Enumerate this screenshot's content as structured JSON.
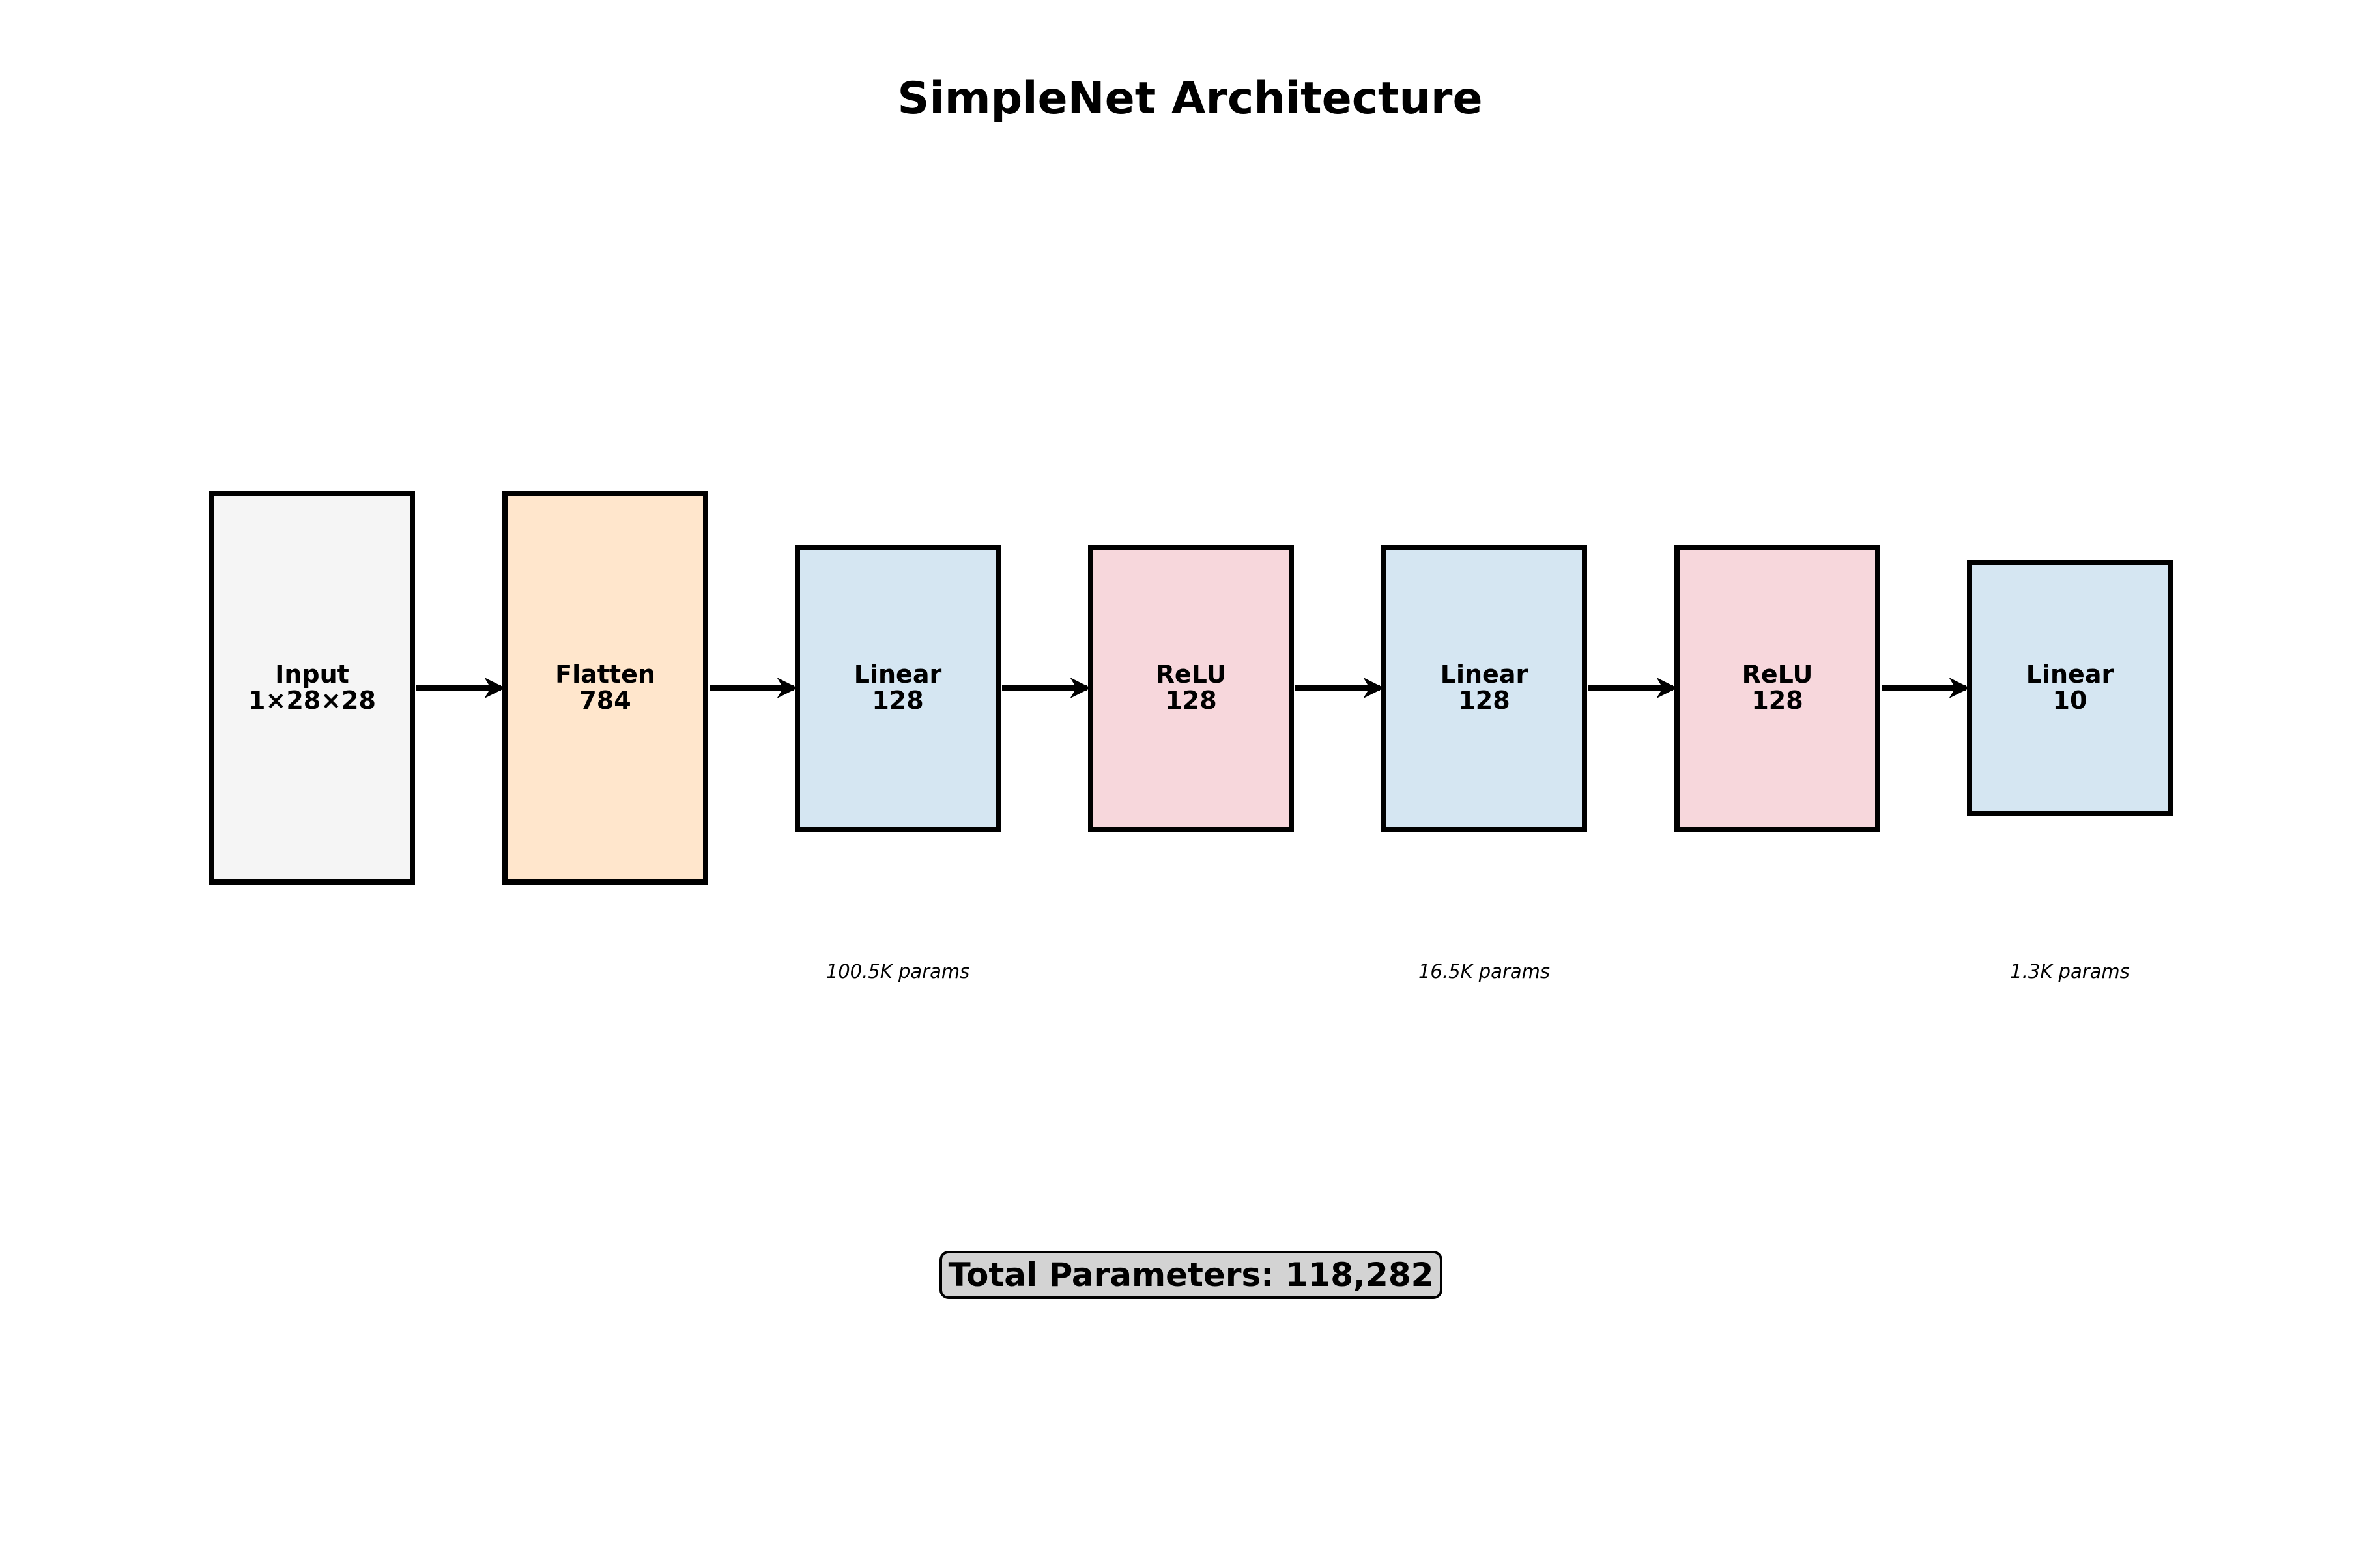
{
  "title": "SimpleNet Architecture",
  "layers": [
    {
      "name": "Input",
      "size": "1×28×28",
      "color": "#f5f5f5",
      "params": ""
    },
    {
      "name": "Flatten",
      "size": "784",
      "color": "#ffe6cc",
      "params": ""
    },
    {
      "name": "Linear",
      "size": "128",
      "color": "#d5e6f2",
      "params": "100.5K params"
    },
    {
      "name": "ReLU",
      "size": "128",
      "color": "#f7d7dc",
      "params": ""
    },
    {
      "name": "Linear",
      "size": "128",
      "color": "#d5e6f2",
      "params": "16.5K params"
    },
    {
      "name": "ReLU",
      "size": "128",
      "color": "#f7d7dc",
      "params": ""
    },
    {
      "name": "Linear",
      "size": "10",
      "color": "#d5e6f2",
      "params": "1.3K params"
    }
  ],
  "total_parameters": "Total Parameters: 118,282",
  "colors": {
    "stroke": "#000000",
    "total_box": "#d3d3d3"
  }
}
